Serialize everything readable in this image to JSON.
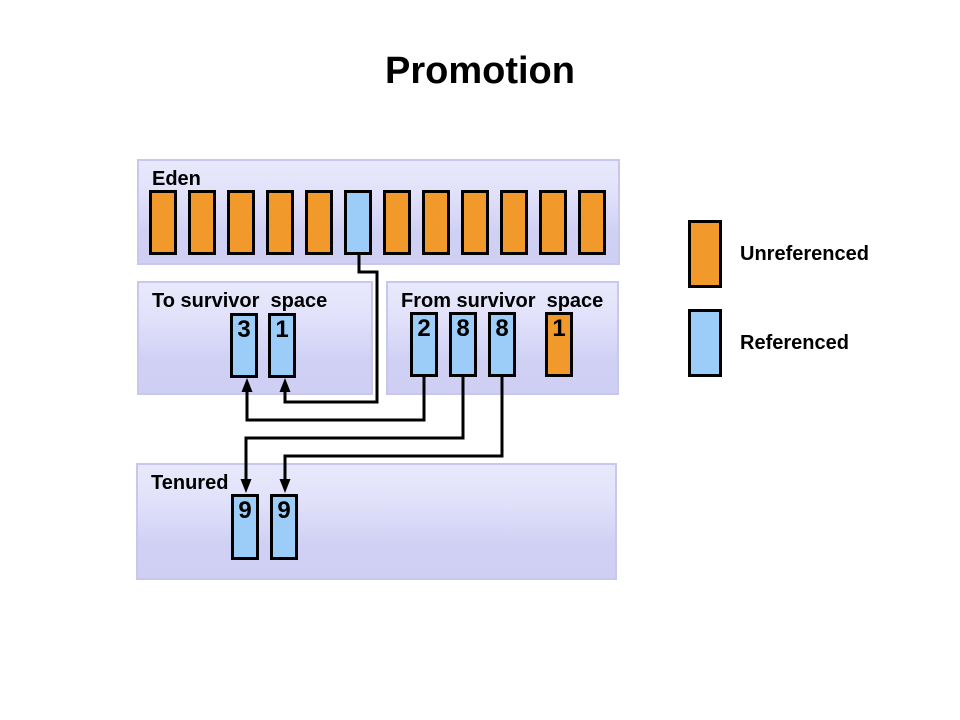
{
  "slide": {
    "title": "Promotion"
  },
  "colors": {
    "unreferenced": "#f2992c",
    "referenced": "#9cccf8",
    "panel_fill_top": "#e9e9fc",
    "panel_fill_bottom": "#cfcff4",
    "panel_border": "#c7c7ef",
    "connector": "#000000",
    "background": "#ffffff"
  },
  "panels": {
    "eden": {
      "label": "Eden",
      "cells": [
        "unreferenced",
        "unreferenced",
        "unreferenced",
        "unreferenced",
        "unreferenced",
        "referenced",
        "unreferenced",
        "unreferenced",
        "unreferenced",
        "unreferenced",
        "unreferenced",
        "unreferenced"
      ]
    },
    "to_survivor": {
      "label": "To survivor  space",
      "cells": [
        {
          "value": "3",
          "type": "referenced"
        },
        {
          "value": "1",
          "type": "referenced"
        }
      ]
    },
    "from_survivor": {
      "label": "From survivor  space",
      "cells": [
        {
          "value": "2",
          "type": "referenced"
        },
        {
          "value": "8",
          "type": "referenced"
        },
        {
          "value": "8",
          "type": "referenced"
        },
        {
          "value": "1",
          "type": "unreferenced"
        }
      ]
    },
    "tenured": {
      "label": "Tenured",
      "cells": [
        {
          "value": "9",
          "type": "referenced"
        },
        {
          "value": "9",
          "type": "referenced"
        }
      ]
    }
  },
  "legend": {
    "items": [
      {
        "label": "Unreferenced",
        "type": "unreferenced"
      },
      {
        "label": "Referenced",
        "type": "referenced"
      }
    ]
  },
  "connections": [
    {
      "from": "eden-cell-6",
      "to": "to-survivor-cell-2"
    },
    {
      "from": "from-survivor-cell-1",
      "to": "to-survivor-cell-1"
    },
    {
      "from": "from-survivor-cell-2",
      "to": "tenured-cell-1"
    },
    {
      "from": "from-survivor-cell-3",
      "to": "tenured-cell-2"
    }
  ]
}
